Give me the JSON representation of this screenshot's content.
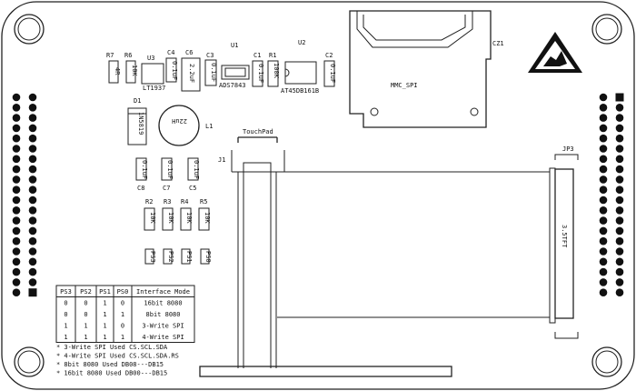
{
  "board": {
    "ics": {
      "u1": "U1",
      "u1_part": "ADS7843",
      "u2": "U2",
      "u2_part": "AT45DB161B",
      "u3": "U3",
      "u3_part": "LT1937"
    },
    "components": {
      "r7": "R7",
      "r7_val": "4R",
      "r6": "R6",
      "r6_val": "10K",
      "c4": "C4",
      "c4_val": "0.1uF",
      "c6": "C6",
      "c6_val": "2.2uF",
      "c3": "C3",
      "c3_val": "0.1uF",
      "c1": "C1",
      "c1_val": "0.1uF",
      "r1": "R1",
      "r1_val": "100K",
      "c2": "C2",
      "c2_val": "0.1uF",
      "d1": "D1",
      "d1_val": "1N5819",
      "l1": "L1",
      "l1_val": "22uH",
      "c8": "C8",
      "c8_val": "0.1uF",
      "c7": "C7",
      "c7_val": "0.1uF",
      "c5": "C5",
      "c5_val": "0.1uF",
      "r2": "R2",
      "r2_val": "10K",
      "r3": "R3",
      "r3_val": "10K",
      "r4": "R4",
      "r4_val": "10K",
      "r5": "R5",
      "r5_val": "10K",
      "p3": "PS3",
      "p2": "PS2",
      "p1": "PS1",
      "p0": "PS0"
    },
    "connectors": {
      "cz1": "CZ1",
      "sd_label": "MMC_SPI",
      "j1": "J1",
      "touchpad": "TouchPad",
      "jp3": "JP3",
      "tft": "3.5TFT"
    },
    "table": {
      "headers": [
        "PS3",
        "PS2",
        "PS1",
        "PS0",
        "Interface Mode"
      ],
      "rows": [
        [
          "0",
          "0",
          "1",
          "0",
          "16bit 8080"
        ],
        [
          "0",
          "0",
          "1",
          "1",
          "8bit 8080"
        ],
        [
          "1",
          "1",
          "1",
          "0",
          "3-Write SPI"
        ],
        [
          "1",
          "1",
          "1",
          "1",
          "4-Write SPI"
        ]
      ]
    },
    "notes": [
      "* 3-Write SPI Used CS.SCL.SDA",
      "* 4-Write SPI Used CS.SCL.SDA.RS",
      "* 8bit 8080 Used DB08---DB15",
      "* 16bit 8080 Used DB00---DB15"
    ],
    "esd_icon": "esd-warning-icon"
  }
}
